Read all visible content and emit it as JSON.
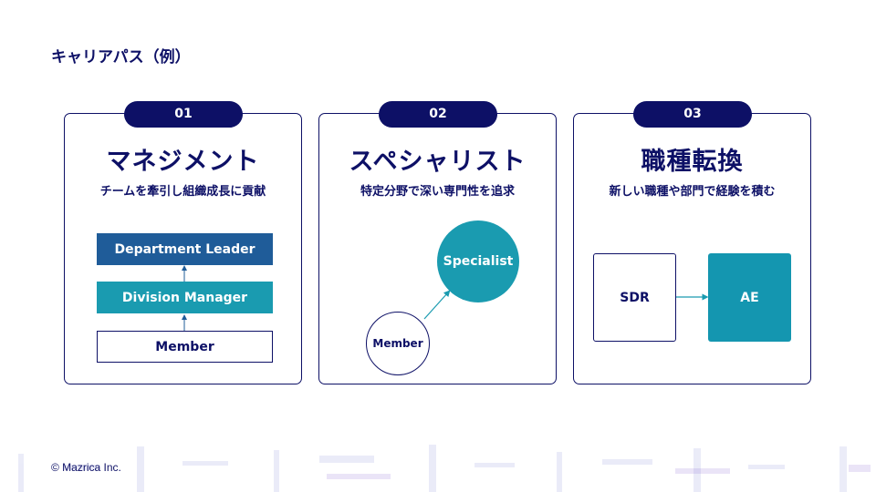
{
  "page": {
    "title": "キャリアパス（例）"
  },
  "cards": [
    {
      "number": "01",
      "heading": "マネジメント",
      "subtitle": "チームを牽引し組織成長に貢献",
      "boxes": [
        "Department Leader",
        "Division Manager",
        "Member"
      ]
    },
    {
      "number": "02",
      "heading": "スペシャリスト",
      "subtitle": "特定分野で深い専門性を追求",
      "nodes": [
        "Member",
        "Specialist"
      ]
    },
    {
      "number": "03",
      "heading": "職種転換",
      "subtitle": "新しい職種や部門で経験を積む",
      "nodes": [
        "SDR",
        "AE"
      ]
    }
  ],
  "footer": {
    "copyright": "© Mazrica Inc."
  },
  "colors": {
    "navy": "#0d1066",
    "dark_blue": "#1f5c99",
    "teal": "#1a9bb0",
    "teal_ae": "#1496b0"
  }
}
